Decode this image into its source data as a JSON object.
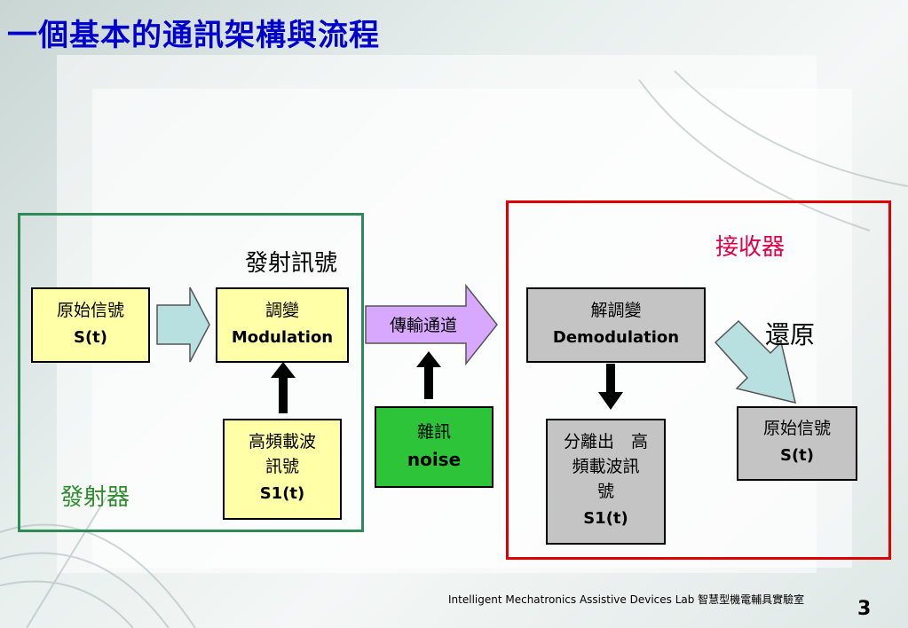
{
  "slide": {
    "title": "一個基本的通訊架構與流程",
    "footer": "Intelligent Mechatronics Assistive Devices Lab 智慧型機電輔具實驗室",
    "page_number": "3"
  },
  "transmitter": {
    "label": "發射器",
    "signal_label": "發射訊號",
    "source_box": {
      "line1": "原始信號",
      "line2": "S(t)"
    },
    "modulation_box": {
      "line1": "調變",
      "line2": "Modulation"
    },
    "carrier_box": {
      "line1": "高頻載波",
      "line2": "訊號",
      "line3": "S1(t)"
    }
  },
  "channel": {
    "label": "傳輸通道"
  },
  "noise_box": {
    "line1": "雜訊",
    "line2": "noise"
  },
  "receiver": {
    "label": "接收器",
    "restore_label": "還原",
    "demod_box": {
      "line1": "解調變",
      "line2": "Demodulation"
    },
    "separate_box": {
      "line1": "分離出　高",
      "line2": "頻載波訊",
      "line3": "號",
      "line4": "S1(t)"
    },
    "output_box": {
      "line1": "原始信號",
      "line2": "S(t)"
    }
  },
  "colors": {
    "title": "#0000cc",
    "transmitter_frame": "#2e8b57",
    "receiver_frame": "#e00000",
    "receiver_label": "#e0004a",
    "transmitter_label": "#2e8b2e",
    "yellow_box": "#ffffa8",
    "grey_box": "#c4c4c4",
    "noise_box": "#2ec43a",
    "channel_arrow": "#d8a8ff",
    "flow_arrow": "#b8e0e0"
  }
}
